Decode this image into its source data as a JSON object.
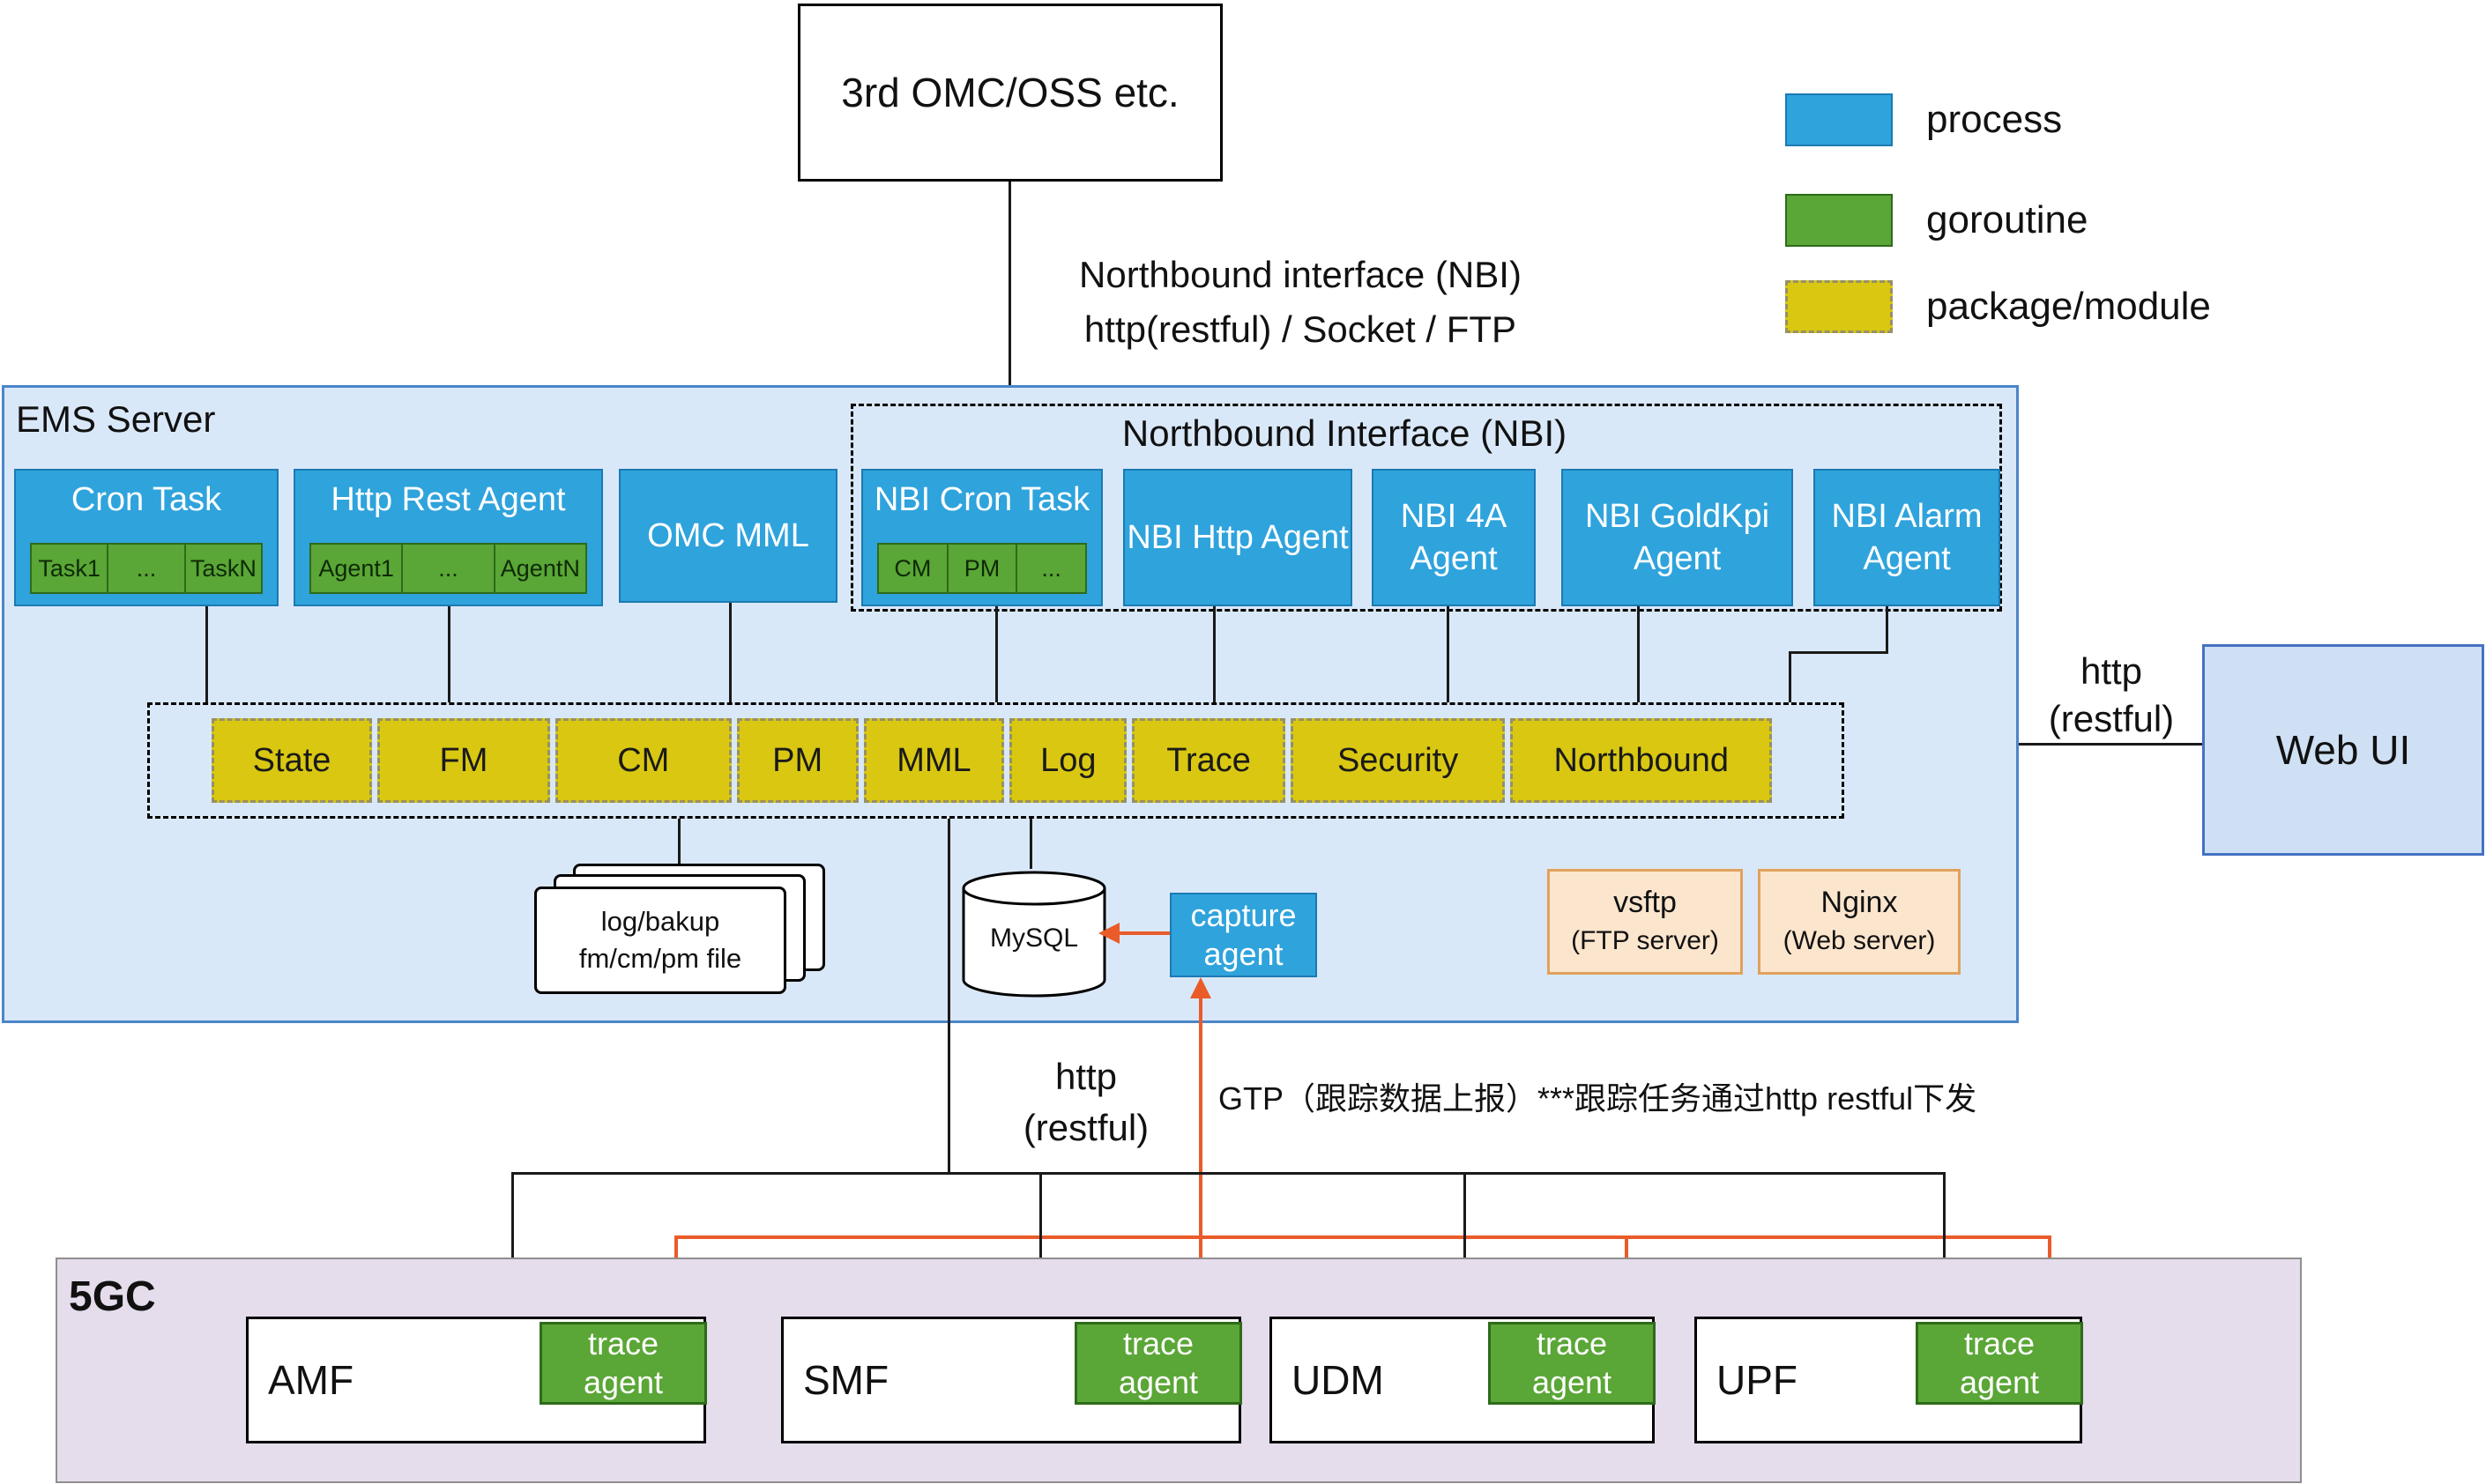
{
  "colors": {
    "process_blue": "#2fa3dc",
    "goroutine_green": "#5aa636",
    "package_yellow": "#d9c712",
    "orange_link": "#ea5b2a",
    "ems_fill": "#d9e8f8",
    "webui_fill": "#cfe0f4",
    "core_fill": "#e5dcec",
    "server_fill": "#fbe5cd"
  },
  "legend": {
    "process": "process",
    "goroutine": "goroutine",
    "package_module": "package/module"
  },
  "top": {
    "external_system": "3rd OMC/OSS etc.",
    "nbi_link_line1": "Northbound interface (NBI)",
    "nbi_link_line2": "http(restful) / Socket / FTP"
  },
  "ems": {
    "title": "EMS Server",
    "cron_task": {
      "label": "Cron Task",
      "tasks": [
        "Task1",
        "...",
        "TaskN"
      ]
    },
    "http_rest_agent": {
      "label": "Http Rest Agent",
      "agents": [
        "Agent1",
        "...",
        "AgentN"
      ]
    },
    "omc_mml": "OMC MML",
    "nbi": {
      "title": "Northbound Interface (NBI)",
      "cron_task": {
        "label": "NBI Cron Task",
        "chips": [
          "CM",
          "PM",
          "..."
        ]
      },
      "http_agent": "NBI Http Agent",
      "four_a_agent": "NBI 4A Agent",
      "goldkpi_agent": "NBI GoldKpi Agent",
      "alarm_agent": "NBI Alarm Agent"
    },
    "modules": [
      "State",
      "FM",
      "CM",
      "PM",
      "MML",
      "Log",
      "Trace",
      "Security",
      "Northbound"
    ],
    "file_stack": {
      "line1": "log/bakup",
      "line2": "fm/cm/pm file"
    },
    "database": "MySQL",
    "capture_agent": {
      "line1": "capture",
      "line2": "agent"
    },
    "vsftp": {
      "line1": "vsftp",
      "line2": "(FTP server)"
    },
    "nginx": {
      "line1": "Nginx",
      "line2": "(Web server)"
    }
  },
  "right": {
    "web_ui": "Web UI",
    "http_line1": "http",
    "http_line2": "(restful)"
  },
  "bottom": {
    "http_line1": "http",
    "http_line2": "(restful)",
    "gtp_note": "GTP（跟踪数据上报）***跟踪任务通过http restful下发",
    "core": {
      "title": "5GC",
      "nfs": [
        "AMF",
        "SMF",
        "UDM",
        "UPF"
      ],
      "trace_agent": {
        "line1": "trace",
        "line2": "agent"
      }
    }
  }
}
